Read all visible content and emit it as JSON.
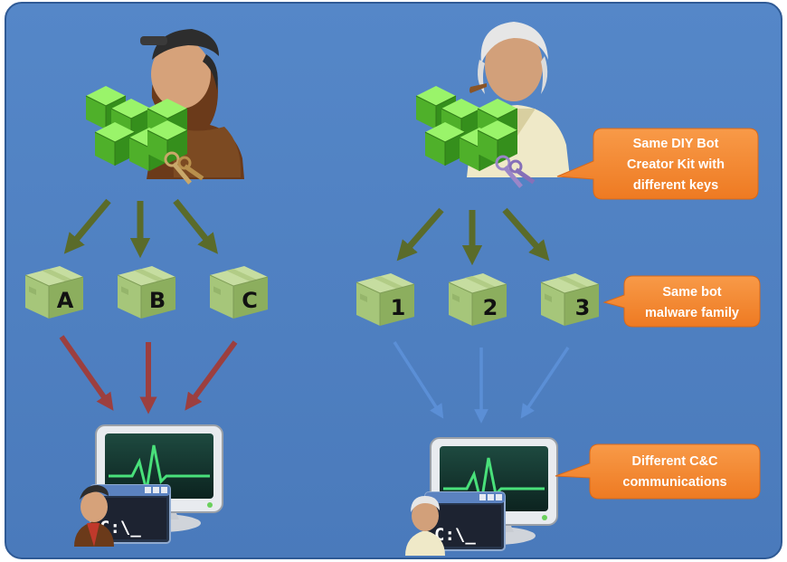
{
  "callouts": {
    "kit": [
      "Same DIY Bot",
      "Creator Kit with",
      "different keys"
    ],
    "family": [
      "Same bot",
      "malware family"
    ],
    "cnc": [
      "Different C&C",
      "communications"
    ]
  },
  "left_boxes": [
    "A",
    "B",
    "C"
  ],
  "right_boxes": [
    "1",
    "2",
    "3"
  ],
  "terminal_prompt": "C:\\_",
  "colors": {
    "background": "#4e7fc0",
    "callout": "#f58a32",
    "cube": "#5fc233",
    "box": "#a6c67a",
    "arrow_green": "#5a6b2a",
    "arrow_red": "#9c3f3f",
    "arrow_blue": "#5b8fd6"
  }
}
